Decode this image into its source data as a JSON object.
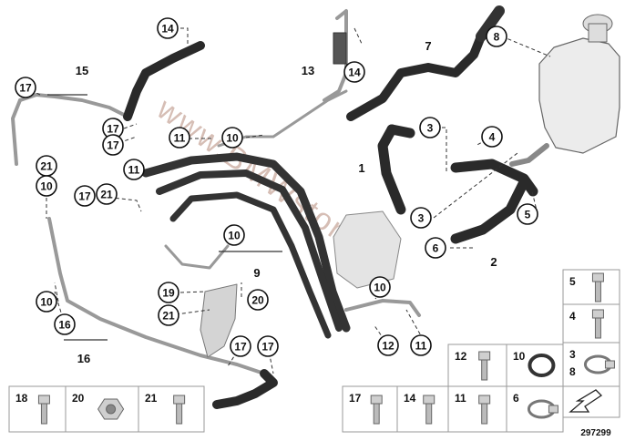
{
  "diagram": {
    "watermark": "www.BMWstore.pl",
    "diagram_number": "297299",
    "callouts": [
      "14",
      "15",
      "17",
      "21",
      "17",
      "17",
      "10",
      "17",
      "21",
      "18",
      "10",
      "16",
      "11",
      "10",
      "11",
      "10",
      "9",
      "19",
      "20",
      "21",
      "13",
      "14",
      "7",
      "8",
      "1",
      "3",
      "4",
      "3",
      "5",
      "6",
      "2",
      "10",
      "12",
      "11",
      "17",
      "17"
    ],
    "number_labels": [
      "9",
      "16",
      "15",
      "13",
      "7",
      "1",
      "2"
    ],
    "legend_tiles": [
      {
        "label": "18",
        "part": "bolt"
      },
      {
        "label": "20",
        "part": "flange-nut"
      },
      {
        "label": "21",
        "part": "stud-nut"
      },
      {
        "label": "17",
        "part": "screw"
      },
      {
        "label": "14",
        "part": "short-screw"
      },
      {
        "label": "11",
        "part": "hex-screw"
      },
      {
        "label": "6",
        "part": "hose-clamp"
      },
      {
        "label": "12",
        "part": "hex-bolt"
      },
      {
        "label": "10",
        "part": "seal-ring"
      },
      {
        "label": "5",
        "part": "screw-clip"
      },
      {
        "label": "4",
        "part": "flange-screw"
      },
      {
        "label": "3",
        "label2": "8",
        "part": "spring-clamp"
      }
    ]
  }
}
